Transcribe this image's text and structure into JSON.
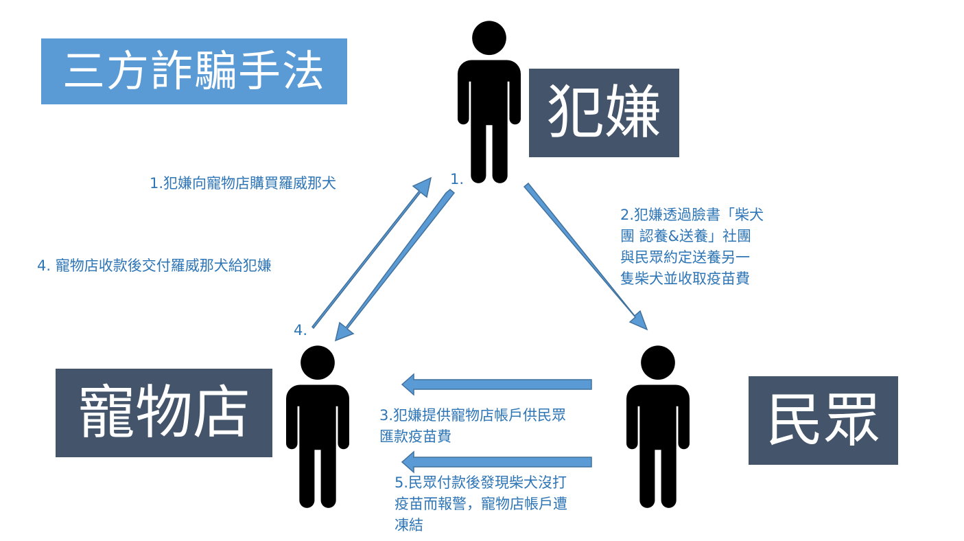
{
  "title": "三方詐騙手法",
  "roles": {
    "suspect": "犯嫌",
    "petshop": "寵物店",
    "public": "民眾"
  },
  "steps": {
    "step1": "1.犯嫌向寵物店購買羅威那犬",
    "step2": "2.犯嫌透過臉書「柴犬\n團 認養&送養」社團\n與民眾約定送養另一\n隻柴犬並收取疫苗費",
    "step3": "3.犯嫌提供寵物店帳戶供民眾\n   匯款疫苗費",
    "step4": "4. 寵物店收款後交付羅威那犬給犯嫌",
    "step5": "5.民眾付款後發現柴犬沒打\n疫苗而報警，寵物店帳戶遭\n凍結"
  },
  "number_labels": {
    "n1": "1.",
    "n4": "4."
  },
  "colors": {
    "title_bg": "#5b9bd5",
    "role_bg": "#44546a",
    "arrow": "#5b9bd5",
    "arrow_stroke": "#41719c",
    "text": "#2e75b6",
    "figure": "#000000"
  },
  "icons": [
    "person-icon"
  ]
}
